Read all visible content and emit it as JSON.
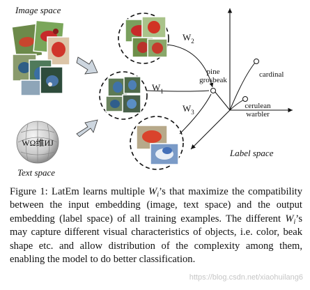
{
  "figure": {
    "image_space_label": "Image space",
    "text_space_label": "Text space",
    "label_space_label": "Label space",
    "w1": "W",
    "w1_sub": "1",
    "w2": "W",
    "w2_sub": "2",
    "w3": "W",
    "w3_sub": "3",
    "classes": {
      "pine_grosbeak_line1": "pine",
      "pine_grosbeak_line2": "grosbeak",
      "cardinal": "cardinal",
      "cerulean_line1": "cerulean",
      "cerulean_line2": "warbler"
    },
    "wikipedia_logo_letters": "WΩ维ИJ"
  },
  "caption": {
    "prefix": "Figure 1: LatEm learns multiple ",
    "math1": "W",
    "math1_sub": "i",
    "part2": "’s that maximize the compatibility between the input embedding (image, text space) and the output embedding (label space) of all training examples. The different ",
    "math2": "W",
    "math2_sub": "i",
    "part3": "’s may capture different visual characteristics of objects, i.e. color, beak shape etc. and allow distribution of the complexity among them, enabling the model to do better classification."
  },
  "watermark": "https://blog.csdn.net/xiaohuilang6"
}
